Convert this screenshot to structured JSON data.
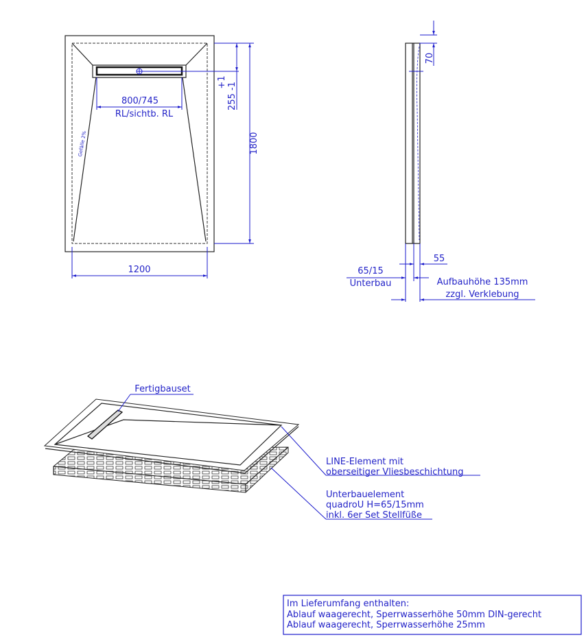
{
  "colors": {
    "dimension": "#1a1acc",
    "outline": "#222222"
  },
  "top_view": {
    "drain_width": "800/745",
    "drain_label": "RL/sichtb. RL",
    "drain_offset": "255 -1",
    "drain_offset_tol": "+1",
    "length": "1800",
    "width": "1200",
    "slope": "Gefälle 2%"
  },
  "side_view": {
    "drain_depth": "70",
    "element_thickness": "55",
    "base_height": "65/15",
    "base_label": "Unterbau",
    "build_height": "Aufbauhöhe 135mm",
    "build_height_note": "zzgl. Verklebung"
  },
  "iso_view": {
    "callout_set": "Fertigbauset",
    "callout_line": [
      "LINE-Element mit",
      "oberseitiger Vliesbeschichtung"
    ],
    "callout_base": [
      "Unterbauelement",
      "quadroU H=65/15mm",
      "inkl. 6er Set Stellfüße"
    ]
  },
  "scope_box": {
    "title": "Im Lieferumfang enthalten:",
    "items": [
      "Ablauf waagerecht, Sperrwasserhöhe 50mm DIN-gerecht",
      "Ablauf waagerecht, Sperrwasserhöhe 25mm"
    ]
  }
}
